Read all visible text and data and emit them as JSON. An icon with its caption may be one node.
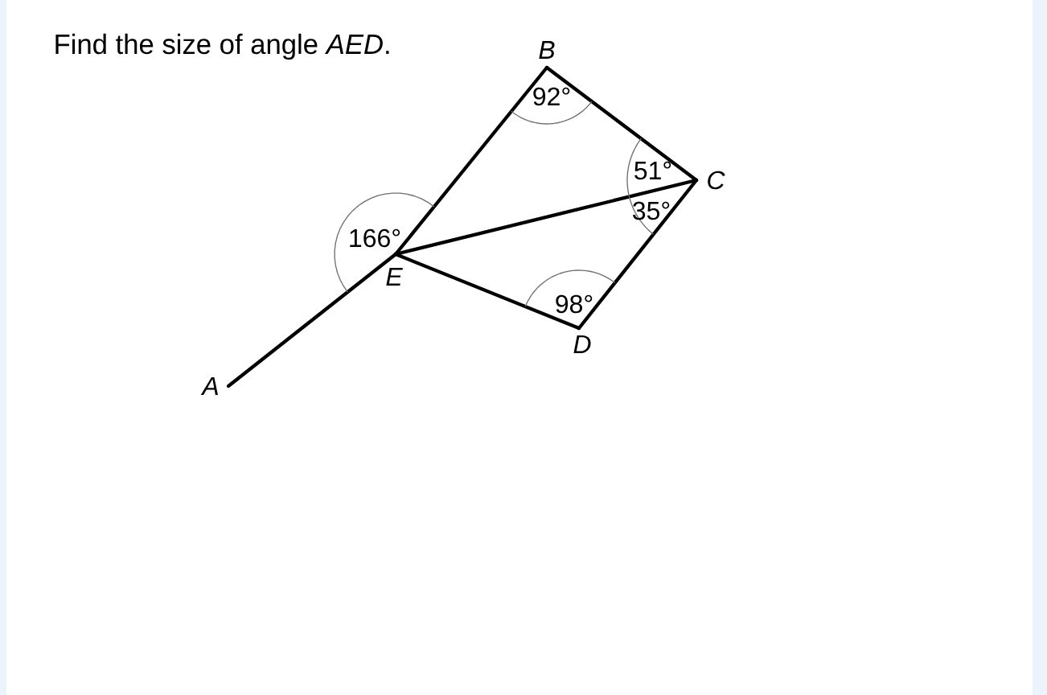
{
  "diagram": {
    "title": "Find the size of angle *AED*.",
    "nodes": [
      {
        "text": [
          "A"
        ]
      },
      {
        "text": [
          "B"
        ]
      },
      {
        "text": [
          "C"
        ]
      },
      {
        "text": [
          "D"
        ]
      },
      {
        "text": [
          "E"
        ]
      }
    ],
    "edges": [
      {
        "from": 0,
        "to": 4,
        "arrow": "none"
      },
      {
        "from": 4,
        "to": 1,
        "arrow": "none"
      },
      {
        "from": 1,
        "to": 2,
        "arrow": "none"
      },
      {
        "from": 2,
        "to": 4,
        "arrow": "none"
      },
      {
        "from": 2,
        "to": 3,
        "arrow": "none"
      },
      {
        "from": 3,
        "to": 4,
        "arrow": "none"
      }
    ],
    "labels": [
      "92°",
      "51°",
      "35°",
      "166°",
      "98°"
    ]
  }
}
